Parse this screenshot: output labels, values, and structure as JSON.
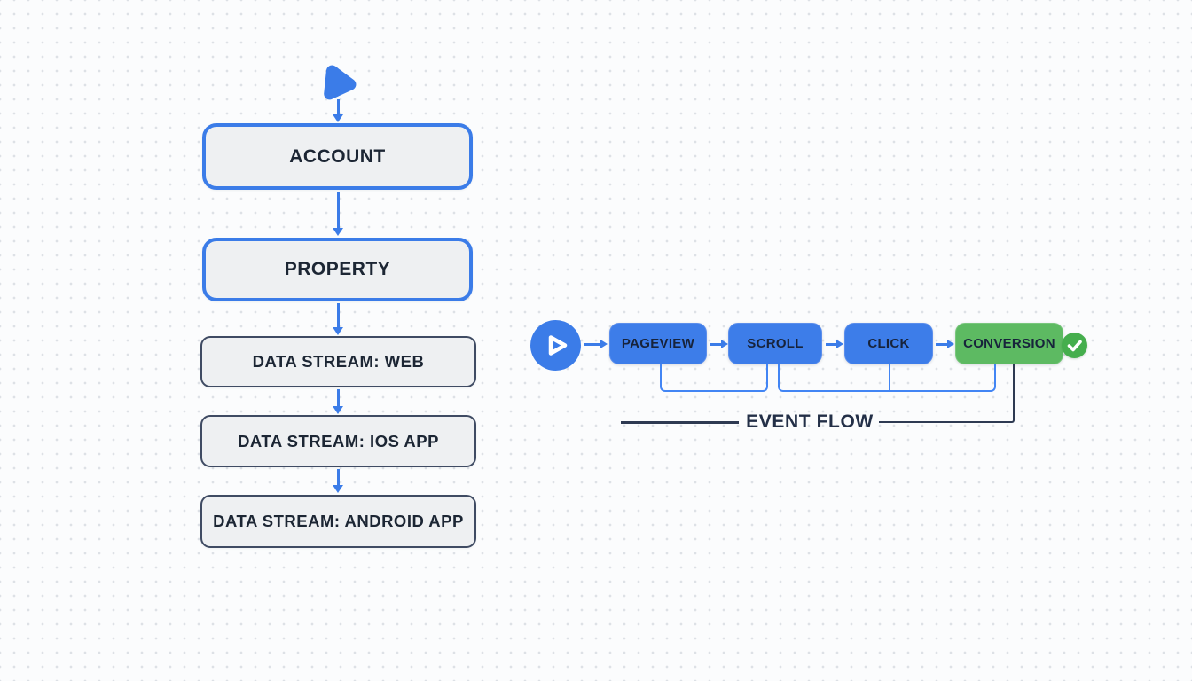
{
  "canvas": {
    "background_color": "#fbfcfd",
    "dot_color": "#dde1e6"
  },
  "hierarchy": {
    "start_icon": "play-triangle",
    "nodes": [
      {
        "label": "ACCOUNT",
        "style": "primary"
      },
      {
        "label": "PROPERTY",
        "style": "primary"
      },
      {
        "label": "DATA STREAM: WEB",
        "style": "secondary"
      },
      {
        "label": "DATA STREAM: IOS APP",
        "style": "secondary"
      },
      {
        "label": "DATA STREAM: ANDROID APP",
        "style": "secondary"
      }
    ]
  },
  "event_flow": {
    "start_icon": "play-circle",
    "events": [
      {
        "label": "PAGEVIEW",
        "style": "blue"
      },
      {
        "label": "SCROLL",
        "style": "blue"
      },
      {
        "label": "CLICK",
        "style": "blue"
      },
      {
        "label": "CONVERSION",
        "style": "green",
        "badge": "checkmark"
      }
    ],
    "caption": "EVENT FLOW"
  },
  "colors": {
    "accent_blue": "#3b7ce8",
    "event_blue": "#3d7de9",
    "event_green": "#5dba62",
    "badge_green": "#45ae4d",
    "node_fill": "#eef0f2",
    "node_border_dark": "#3f4b63",
    "text_dark": "#1c2634",
    "connector_dark": "#2e3a52",
    "bracket_blue": "#4285f4"
  }
}
